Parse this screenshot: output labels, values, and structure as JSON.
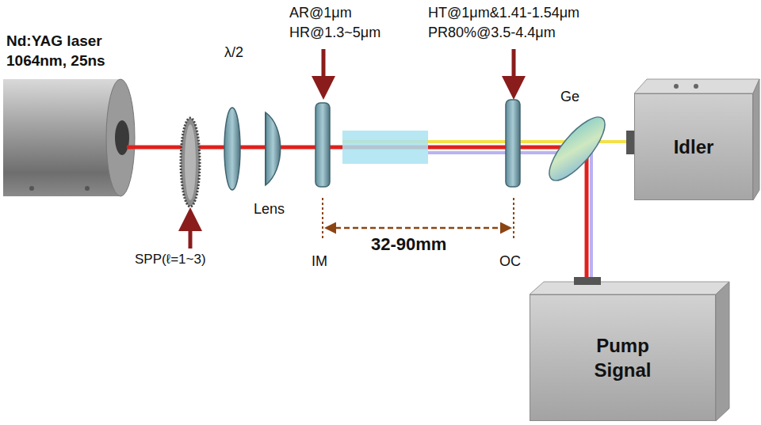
{
  "diagram": {
    "nodes": [
      {
        "text": [
          "Nd:YAG laser 1064nm, 25ns"
        ]
      },
      {
        "text": [
          "Idler"
        ]
      },
      {
        "text": [
          "Pump Signal"
        ]
      }
    ],
    "labels": [
      "AR@1μm",
      "HR@1.3~5μm",
      "HT@1μm&1.41-1.54μm",
      "PR80%@3.5-4.4μm",
      "Ge",
      "λ/2",
      "Lens",
      "SPP(ℓ=1~3)",
      "IM",
      "32-90mm",
      "OC"
    ]
  }
}
